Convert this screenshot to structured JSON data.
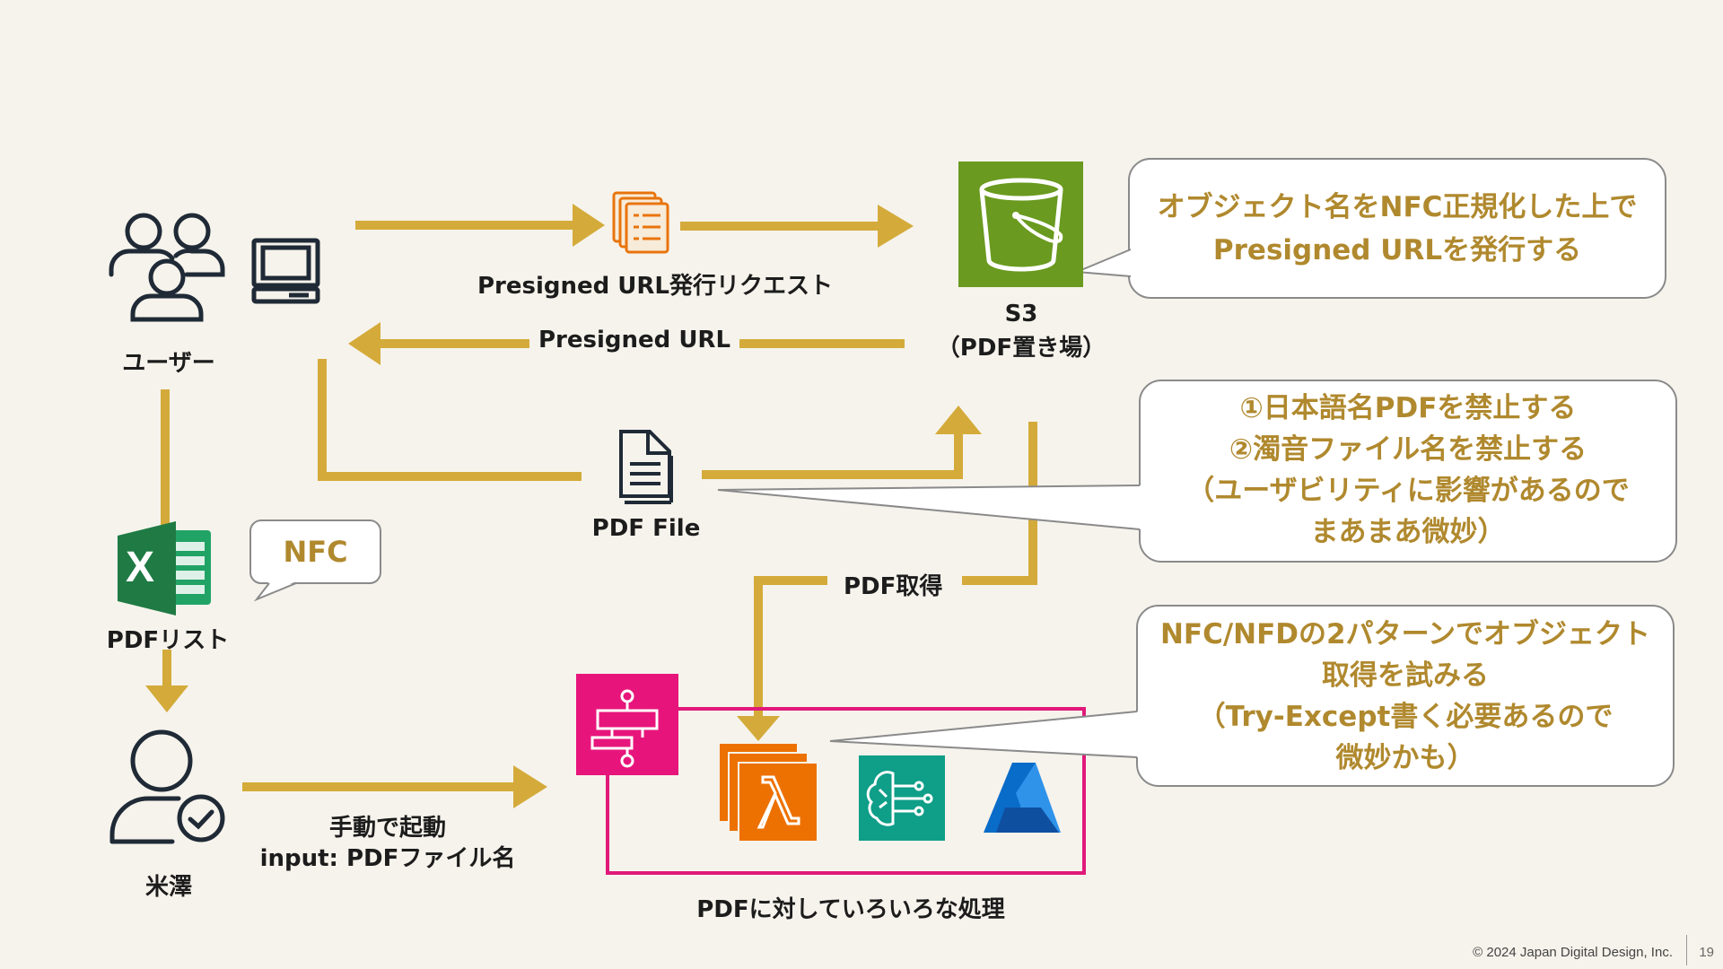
{
  "nodes": {
    "users_label": "ユーザー",
    "s3_label_line1": "S3",
    "s3_label_line2": "（PDF置き場）",
    "pdf_file_label": "PDF File",
    "pdf_list_label": "PDFリスト",
    "yonezawa_label": "米澤",
    "processing_label": "PDFに対していろいろな処理"
  },
  "edges": {
    "presign_request": "Presigned URL発行リクエスト",
    "presigned_url": "Presigned URL",
    "pdf_fetch": "PDF取得",
    "manual_start_line1": "手動で起動",
    "manual_start_line2": "input: PDFファイル名"
  },
  "callouts": {
    "s3_note_line1": "オブジェクト名をNFC正規化した上で",
    "s3_note_line2": "Presigned URLを発行する",
    "pdf_note_line1": "①日本語名PDFを禁止する",
    "pdf_note_line2": "②濁音ファイル名を禁止する",
    "pdf_note_line3": "（ユーザビリティに影響があるので",
    "pdf_note_line4": "まあまあ微妙）",
    "proc_note_line1": "NFC/NFDの2パターンでオブジェクト",
    "proc_note_line2": "取得を試みる",
    "proc_note_line3": "（Try-Except書く必要あるので",
    "proc_note_line4": "微妙かも）",
    "nfc_badge": "NFC"
  },
  "footer": {
    "copyright": "© 2024 Japan Digital Design, Inc.",
    "page_number": "19"
  },
  "icons": {
    "excel_letter": "X",
    "lambda_symbol": "λ",
    "azure_letter": "A"
  },
  "colors": {
    "arrow": "#d4ab3a",
    "callout_text": "#b0892e",
    "s3_green": "#6a9a1f",
    "step_functions_pink": "#e7157b",
    "lambda_orange": "#ed7100",
    "ml_teal": "#0f9e88",
    "excel_green": "#1f7a44",
    "azure_blue": "#0a6cc9"
  }
}
